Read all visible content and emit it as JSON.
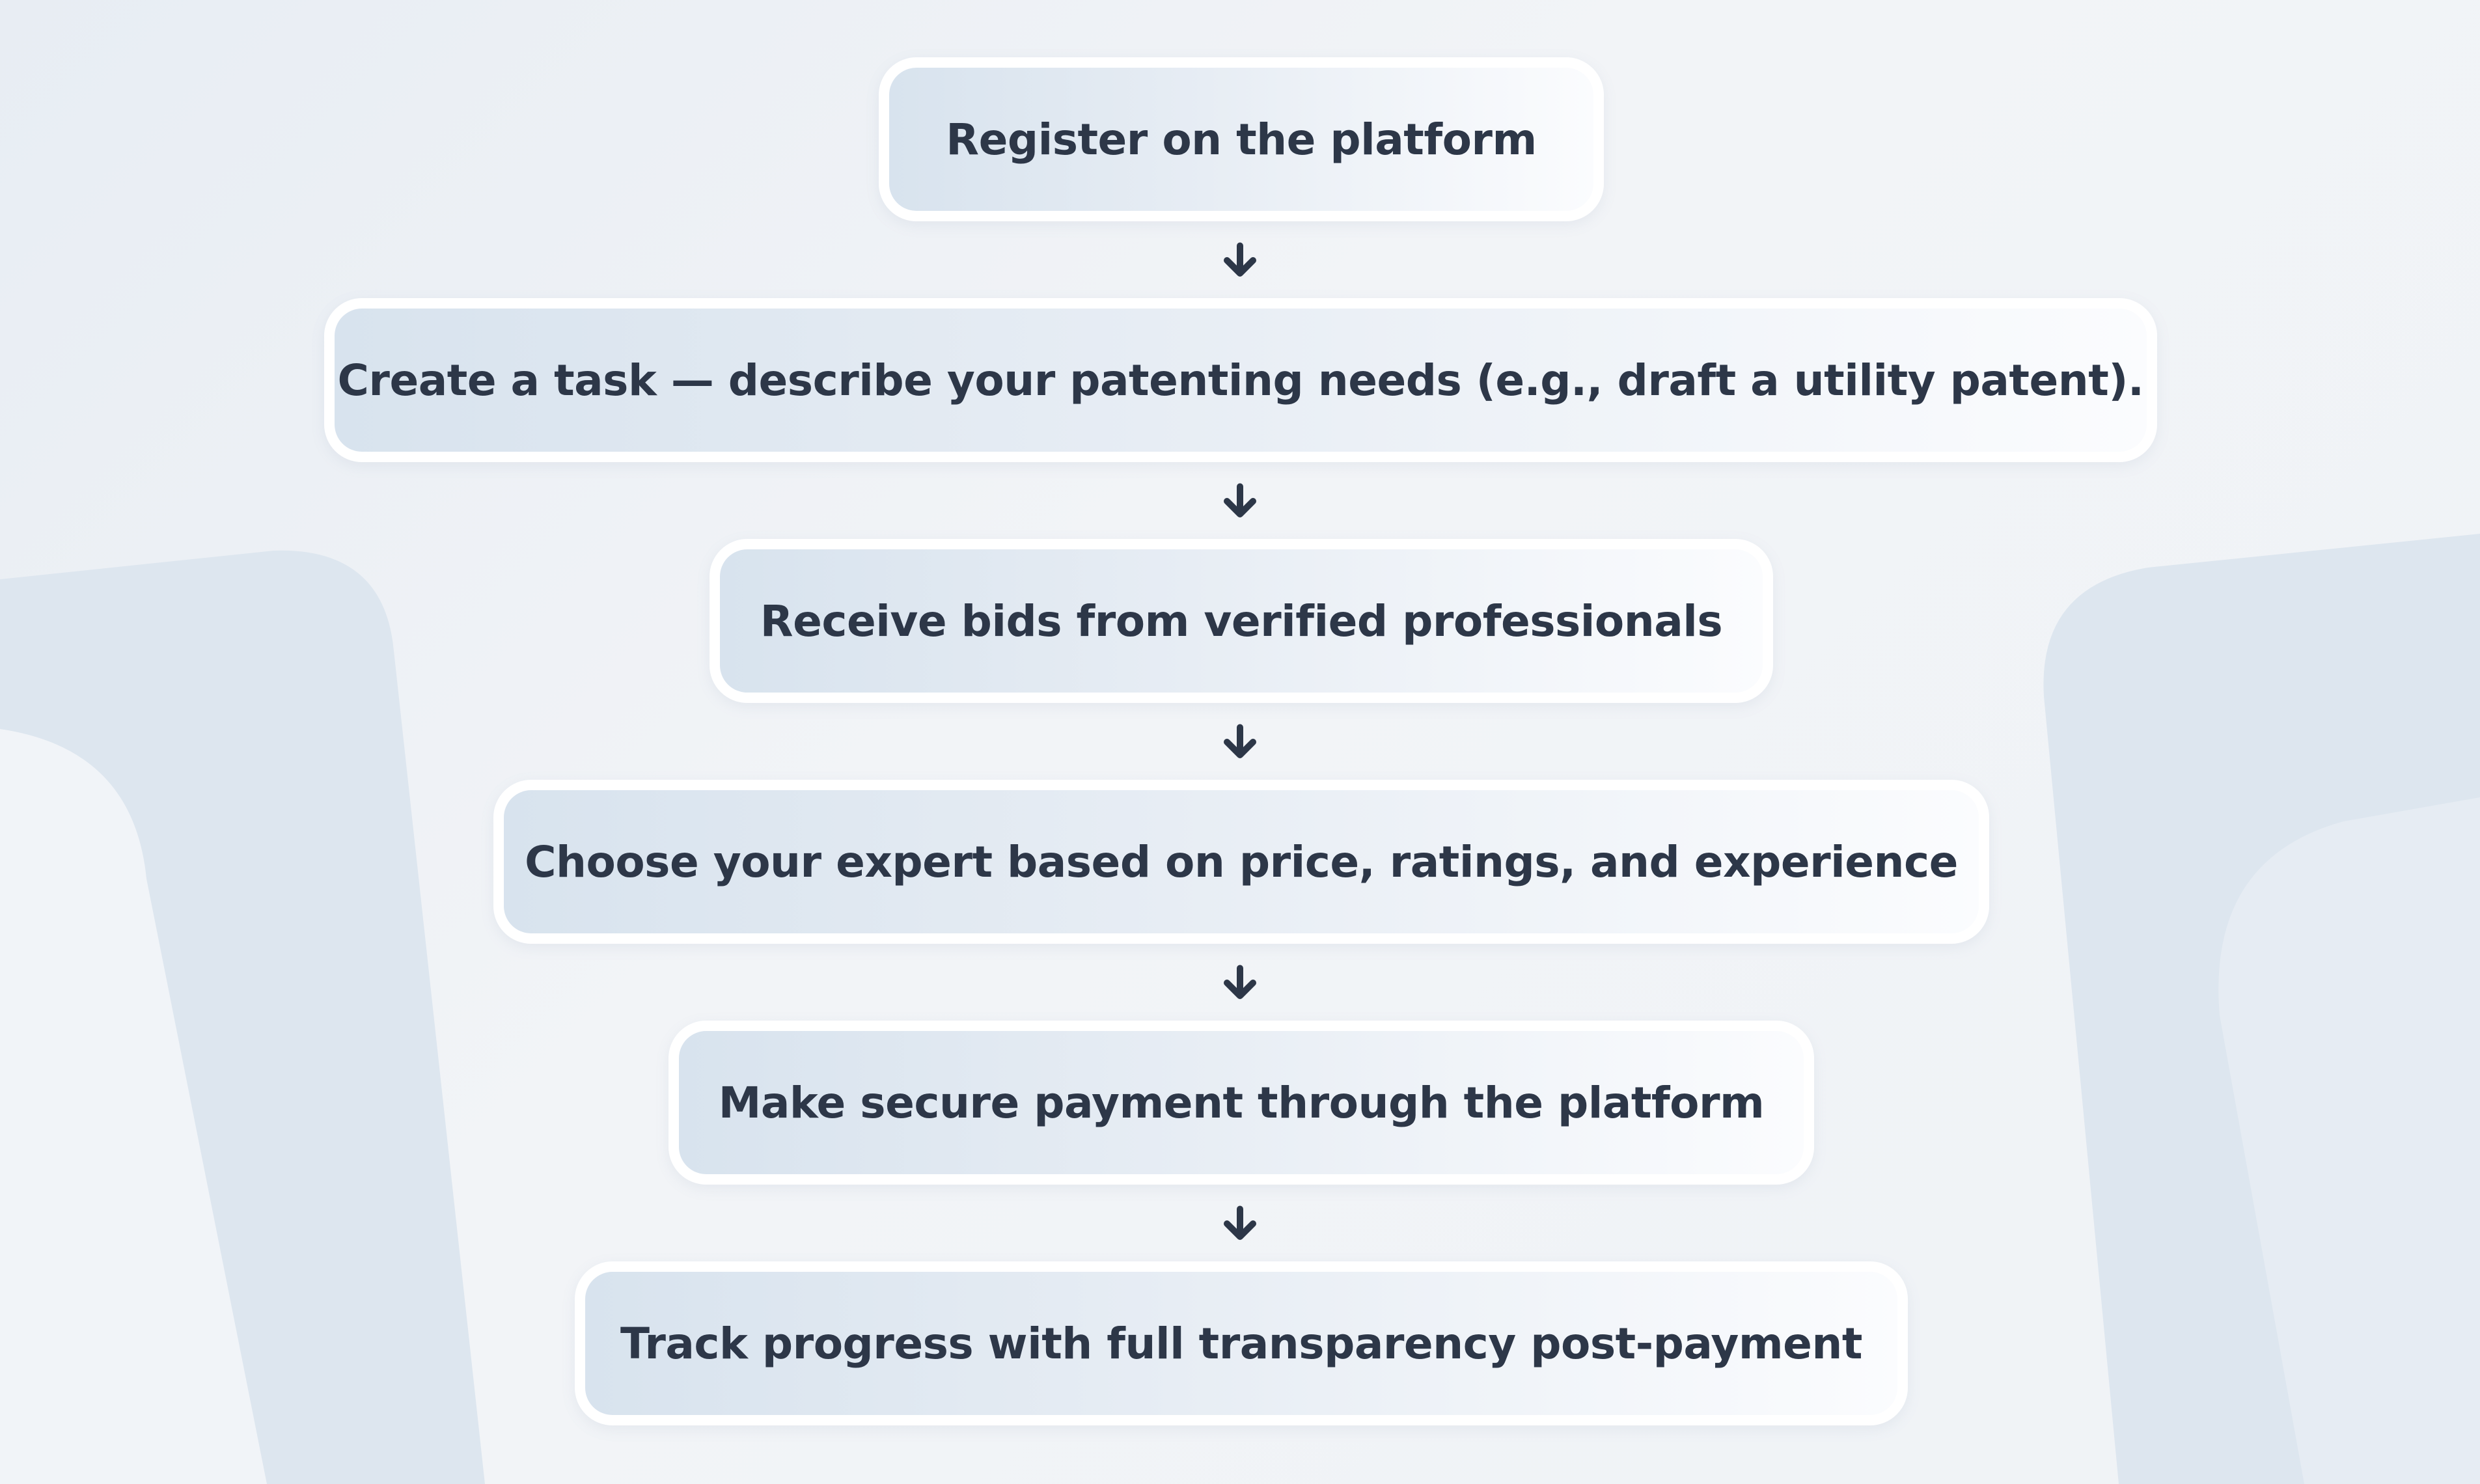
{
  "diagram": {
    "type": "vertical-flowchart",
    "steps": [
      {
        "id": "register",
        "label": "Register on the platform"
      },
      {
        "id": "create-task",
        "label": "Create a task — describe your patenting needs (e.g., draft a utility patent)."
      },
      {
        "id": "receive-bids",
        "label": "Receive bids from verified professionals"
      },
      {
        "id": "choose-expert",
        "label": "Choose your expert based on price, ratings, and experience"
      },
      {
        "id": "payment",
        "label": "Make secure payment through the platform"
      },
      {
        "id": "track",
        "label": "Track progress with full transparency post-payment"
      }
    ],
    "connectors": [
      {
        "from": "register",
        "to": "create-task",
        "icon": "arrow-down-icon"
      },
      {
        "from": "create-task",
        "to": "receive-bids",
        "icon": "arrow-down-icon"
      },
      {
        "from": "receive-bids",
        "to": "choose-expert",
        "icon": "arrow-down-icon"
      },
      {
        "from": "choose-expert",
        "to": "payment",
        "icon": "arrow-down-icon"
      },
      {
        "from": "payment",
        "to": "track",
        "icon": "arrow-down-icon"
      }
    ]
  },
  "colors": {
    "background": "#f2f4f7",
    "decor_shape": "#dde6ef",
    "box_border": "#ffffff",
    "box_gradient_start": "#d8e3ee",
    "box_gradient_end": "#fbfcfe",
    "text": "#2d3748",
    "arrow": "#2d3748"
  }
}
